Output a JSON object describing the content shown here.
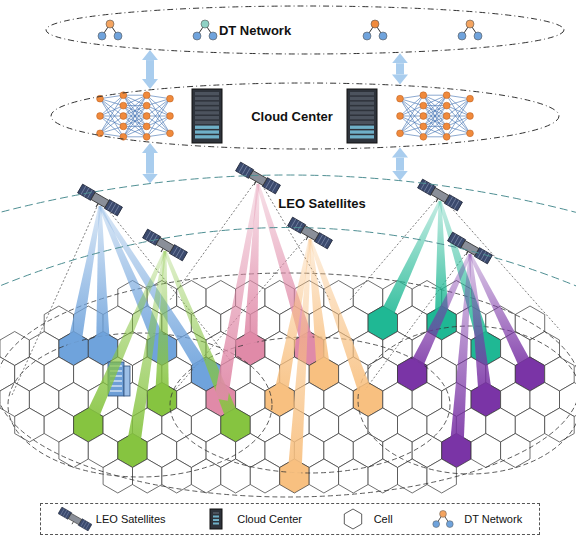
{
  "diagram": {
    "nodes": [
      {
        "text": [
          "DT Network"
        ]
      },
      {
        "text": [
          "Cloud Center"
        ]
      },
      {
        "text": [
          "LEO Satellites"
        ]
      }
    ],
    "edges": [
      {
        "from": 0,
        "to": 1,
        "arrow": "both"
      },
      {
        "from": 0,
        "to": 1,
        "arrow": "both"
      },
      {
        "from": 1,
        "to": 2,
        "arrow": "both"
      },
      {
        "from": 1,
        "to": 2,
        "arrow": "both"
      }
    ],
    "legend": [
      {
        "text": "LEO Satellites"
      },
      {
        "text": "Cloud Center"
      },
      {
        "text": "Cell"
      },
      {
        "text": "DT Network"
      }
    ]
  }
}
